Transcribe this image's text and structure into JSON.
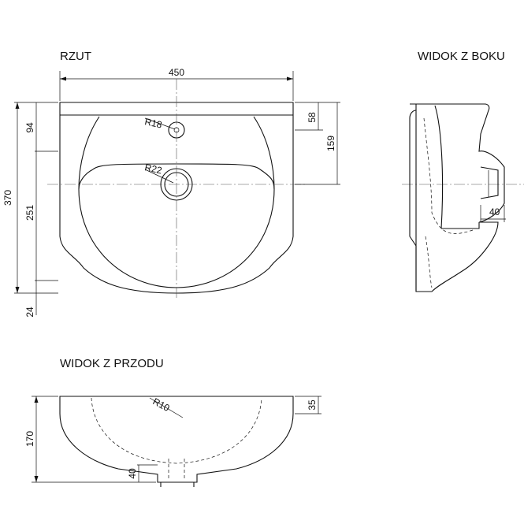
{
  "views": {
    "top": "RZUT",
    "side": "WIDOK Z BOKU",
    "front": "WIDOK Z PRZODU"
  },
  "dimensions": {
    "width": "450",
    "depth_total": "370",
    "d94": "94",
    "d251": "251",
    "d24": "24",
    "d58": "58",
    "d159": "159",
    "r18": "R18",
    "r22": "R22",
    "side_40": "40",
    "height_170": "170",
    "front_40": "40",
    "front_35": "35",
    "r10": "R10"
  }
}
